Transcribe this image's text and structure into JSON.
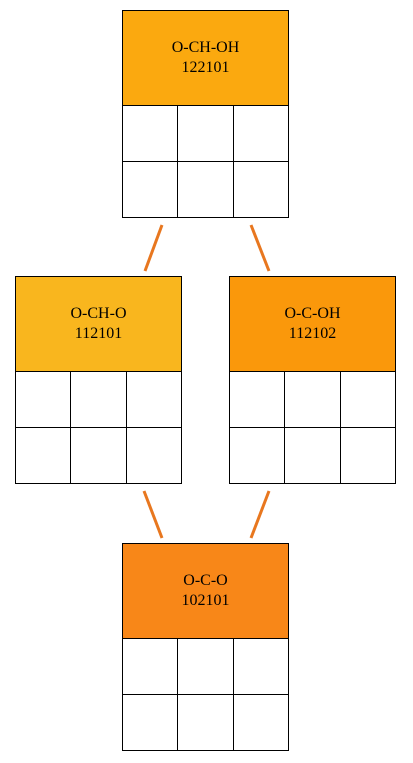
{
  "diagram": {
    "edge_color": "#e8771f",
    "nodes": [
      {
        "id": "node-top",
        "label": "O-CH-OH",
        "code": "122101",
        "color": "#fba90f"
      },
      {
        "id": "node-left",
        "label": "O-CH-O",
        "code": "112101",
        "color": "#f9b61e"
      },
      {
        "id": "node-right",
        "label": "O-C-OH",
        "code": "112102",
        "color": "#fa980b"
      },
      {
        "id": "node-bottom",
        "label": "O-C-O",
        "code": "102101",
        "color": "#f88718"
      }
    ],
    "edges": [
      {
        "from": "node-top",
        "to": "node-left"
      },
      {
        "from": "node-top",
        "to": "node-right"
      },
      {
        "from": "node-left",
        "to": "node-bottom"
      },
      {
        "from": "node-right",
        "to": "node-bottom"
      }
    ]
  }
}
